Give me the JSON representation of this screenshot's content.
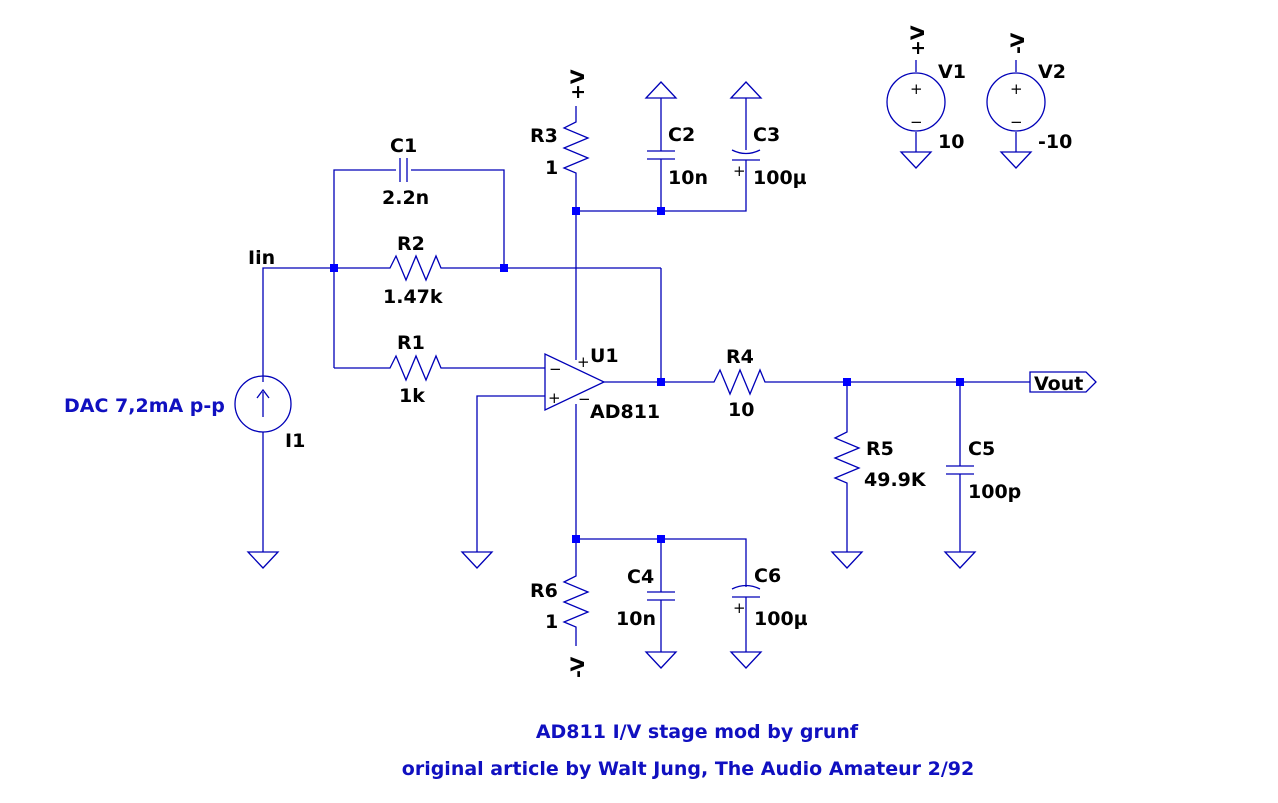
{
  "components": {
    "c1": {
      "name": "C1",
      "value": "2.2n"
    },
    "r2": {
      "name": "R2",
      "value": "1.47k"
    },
    "r1": {
      "name": "R1",
      "value": "1k"
    },
    "r3": {
      "name": "R3",
      "value": "1"
    },
    "c2": {
      "name": "C2",
      "value": "10n"
    },
    "c3": {
      "name": "C3",
      "value": "100µ"
    },
    "u1": {
      "name": "U1",
      "value": "AD811"
    },
    "r4": {
      "name": "R4",
      "value": "10"
    },
    "r5": {
      "name": "R5",
      "value": "49.9K"
    },
    "c5": {
      "name": "C5",
      "value": "100p"
    },
    "r6": {
      "name": "R6",
      "value": "1"
    },
    "c4": {
      "name": "C4",
      "value": "10n"
    },
    "c6": {
      "name": "C6",
      "value": "100µ"
    },
    "i1": {
      "name": "I1",
      "value": "DAC  7,2mA p-p"
    },
    "v1": {
      "name": "V1",
      "value": "10"
    },
    "v2": {
      "name": "V2",
      "value": "-10"
    }
  },
  "nets": {
    "iin": "Iin",
    "vout": "Vout",
    "vpos": "+V",
    "vneg": "-V"
  },
  "captions": {
    "title": "AD811 I/V stage mod by grunf",
    "credit": "original article by Walt Jung, The Audio Amateur 2/92"
  },
  "colors": {
    "wire": "#0000b8",
    "node": "#0000ff",
    "label": "#000000",
    "caption": "#1010c0"
  }
}
